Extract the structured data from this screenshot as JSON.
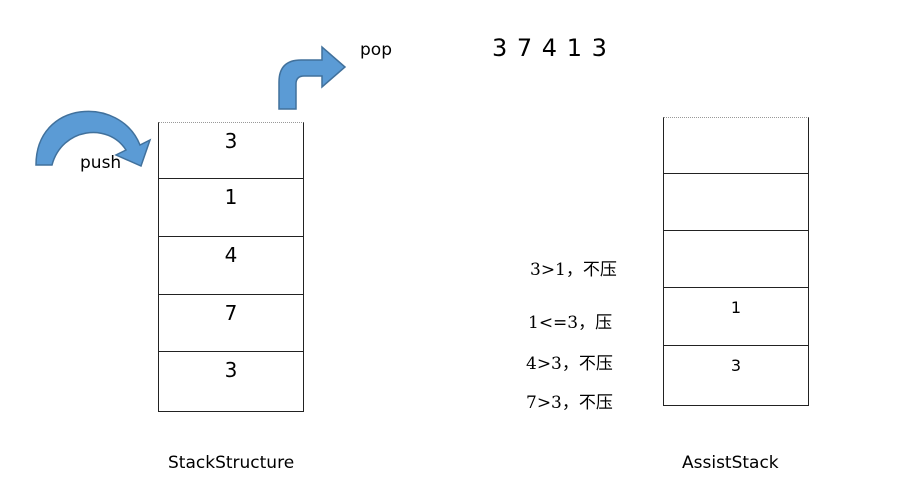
{
  "labels": {
    "pop": "pop",
    "push": "push",
    "sequence": "3 7 4 1 3",
    "stack_structure": "StackStructure",
    "assist_stack": "AssistStack"
  },
  "stack_structure_cells": [
    "3",
    "1",
    "4",
    "7",
    "3"
  ],
  "assist_stack_cells": [
    "",
    "",
    "",
    "1",
    "3"
  ],
  "notes": [
    "3>1，不压",
    "1<=3，压",
    "4>3，不压",
    "7>3，不压"
  ],
  "colors": {
    "arrow_fill": "#5b9bd5",
    "arrow_stroke": "#41719c",
    "cell_border": "#222222"
  },
  "icons": [
    "push-curved-arrow-icon",
    "pop-bent-arrow-icon"
  ]
}
